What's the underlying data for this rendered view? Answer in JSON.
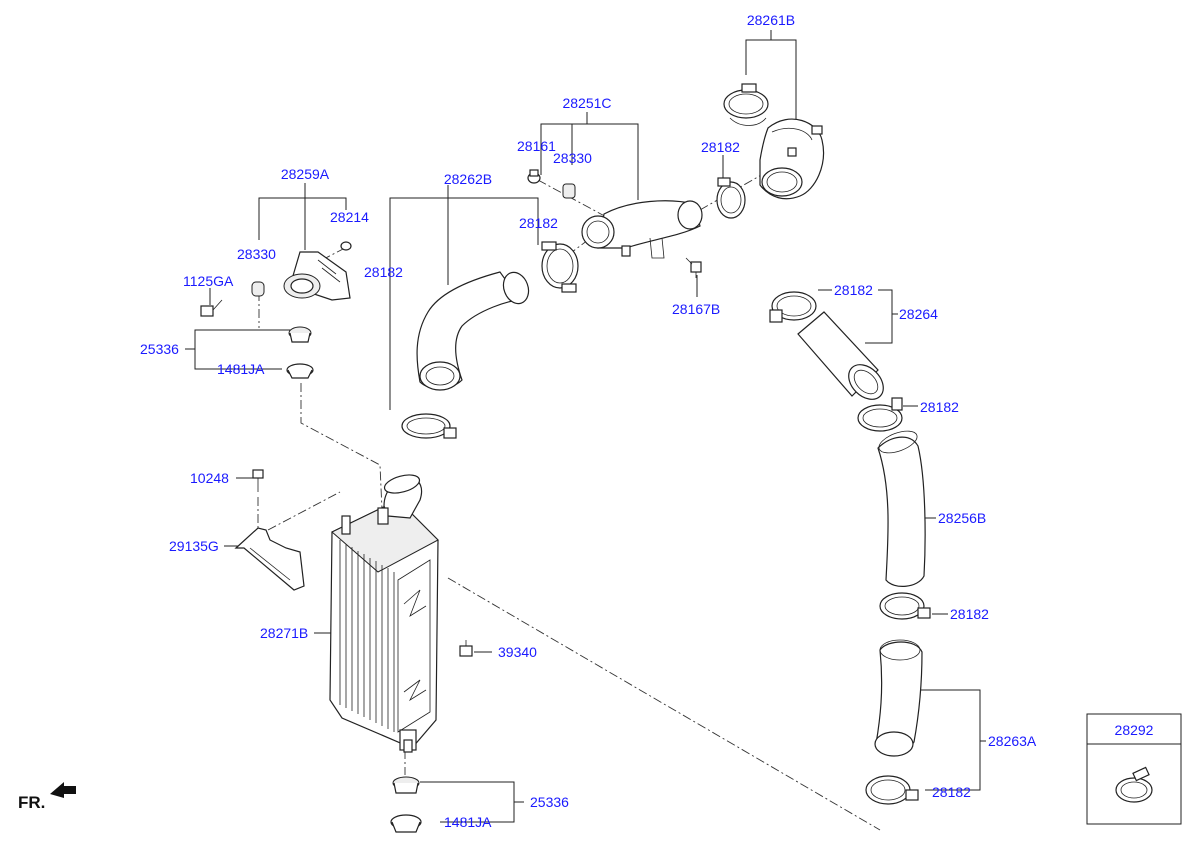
{
  "labels": {
    "p28261B": "28261B",
    "p28251C": "28251C",
    "p28161": "28161",
    "p28330_top": "28330",
    "p28182_pipe": "28182",
    "p28259A": "28259A",
    "p28262B": "28262B",
    "p28214": "28214",
    "p28182_clamp": "28182",
    "p28330_bracket": "28330",
    "p28182_hose": "28182",
    "p1125GA": "1125GA",
    "p28167B": "28167B",
    "p28182_r1": "28182",
    "p28264": "28264",
    "p25336_top": "25336",
    "p1481JA_top": "1481JA",
    "p28182_r2": "28182",
    "p10248": "10248",
    "p28256B": "28256B",
    "p29135G": "29135G",
    "p28182_r3": "28182",
    "p28271B": "28271B",
    "p39340": "39340",
    "p28263A": "28263A",
    "p28182_r4": "28182",
    "p25336_bot": "25336",
    "p1481JA_bot": "1481JA"
  },
  "inset": {
    "label": "28292"
  },
  "direction": {
    "text": "FR."
  }
}
